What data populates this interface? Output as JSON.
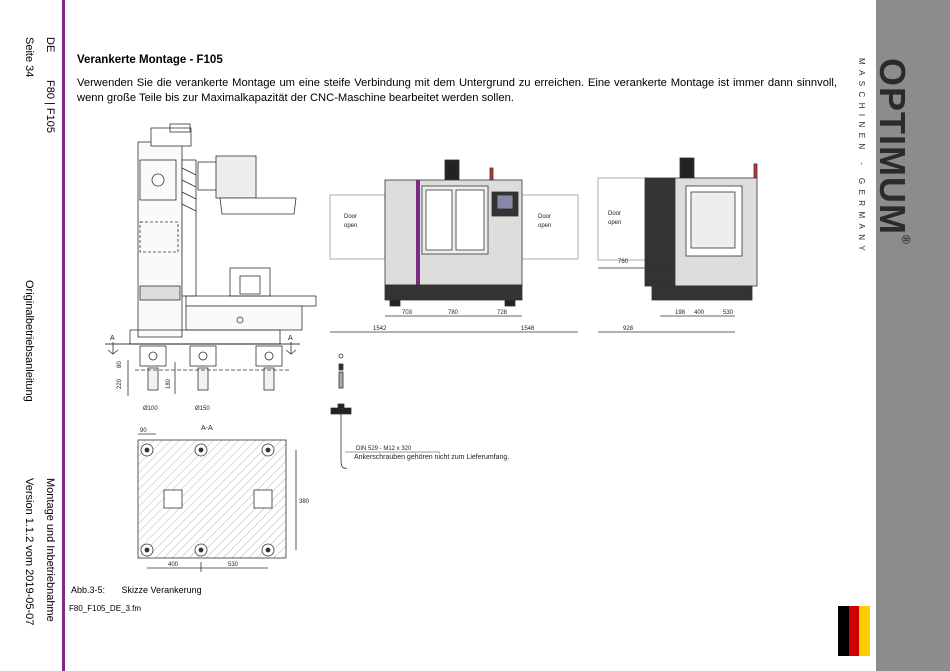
{
  "margin": {
    "lang": "DE",
    "page": "Seite 34",
    "model": "F80 | F105",
    "doc_type": "Originalbetriebsanleitung",
    "chapter": "Montage und Inbetriebnahme",
    "version": "Version 1.1.2 vom 2019-05-07"
  },
  "brand": {
    "name": "OPTIMUM",
    "registered": "®",
    "tagline": "MASCHINEN - GERMANY"
  },
  "flag_colors": [
    "#000000",
    "#d00000",
    "#ffcc00"
  ],
  "section": {
    "title": "Verankerte Montage - F105",
    "body": "Verwenden Sie die verankerte Montage um eine steife Verbindung mit dem Untergrund zu erreichen. Eine verankerte Montage ist immer dann sinnvoll, wenn große Teile bis zur Maximalkapazität der CNC-Maschine bearbeitet werden sollen."
  },
  "drawing": {
    "section_marker": "A",
    "section_title": "A-A",
    "dim_80": "80",
    "dim_220": "220",
    "dim_180": "180",
    "dim_d100": "Ø100",
    "dim_d150": "Ø150",
    "dim_90": "90",
    "dim_380": "380",
    "dim_400": "400",
    "dim_530": "530",
    "bolt_spec": "DIN 529 - M12 x 320",
    "bolt_note": "Ankerschrauben gehören nicht zum Lieferumfang.",
    "door_open": [
      "Door",
      "open"
    ],
    "front_dims": [
      "1542",
      "703",
      "780",
      "728",
      "1546"
    ],
    "side_dims": [
      "760",
      "928",
      "198",
      "400",
      "530"
    ]
  },
  "figure": {
    "label": "Abb.3-5:",
    "caption": "Skizze Verankerung",
    "file": "F80_F105_DE_3.fm"
  }
}
